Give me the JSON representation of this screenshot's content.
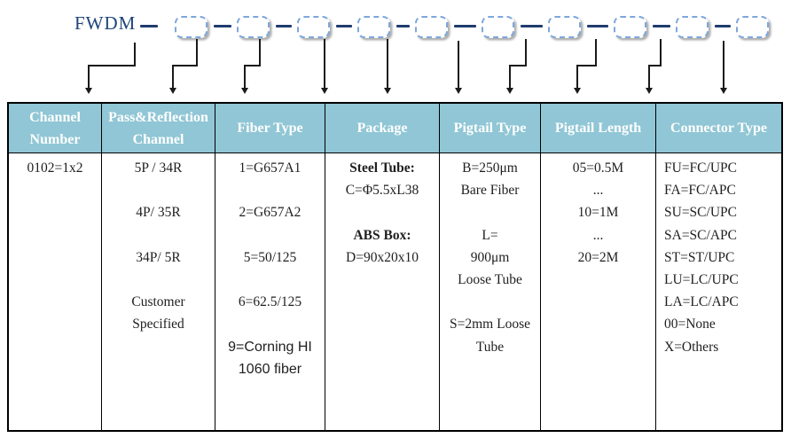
{
  "product": {
    "family": "FWDM"
  },
  "code": {
    "segment_count": 10
  },
  "colors": {
    "brand_navy": "#1F4478",
    "box_border_blue": "#7DA7DC",
    "header_bg": "#90C6D5",
    "header_text": "#FFFFFF"
  },
  "table": {
    "columns": [
      {
        "align": "center",
        "header": [
          "Channel",
          "Number"
        ],
        "lines": [
          {
            "t": "0102=1x2"
          }
        ]
      },
      {
        "align": "center",
        "header": [
          "Pass&Reflection",
          "Channel"
        ],
        "lines": [
          {
            "t": "5P / 34R"
          },
          {
            "t": ""
          },
          {
            "t": "4P/ 35R"
          },
          {
            "t": ""
          },
          {
            "t": "34P/ 5R"
          },
          {
            "t": ""
          },
          {
            "t": "Customer"
          },
          {
            "t": "Specified"
          }
        ]
      },
      {
        "align": "center",
        "header": [
          "Fiber Type"
        ],
        "lines": [
          {
            "t": "1=G657A1"
          },
          {
            "t": ""
          },
          {
            "t": "2=G657A2"
          },
          {
            "t": ""
          },
          {
            "t": "5=50/125"
          },
          {
            "t": ""
          },
          {
            "t": "6=62.5/125"
          },
          {
            "t": ""
          },
          {
            "t": "9=Corning HI",
            "s": 1
          },
          {
            "t": "1060 fiber",
            "s": 1
          }
        ]
      },
      {
        "align": "center",
        "header": [
          "Package"
        ],
        "lines": [
          {
            "t": "Steel Tube:",
            "b": 1
          },
          {
            "t": "C=Φ5.5xL38"
          },
          {
            "t": ""
          },
          {
            "t": "ABS Box:",
            "b": 1
          },
          {
            "t": "D=90x20x10"
          }
        ]
      },
      {
        "align": "center",
        "header": [
          "Pigtail Type"
        ],
        "lines": [
          {
            "t": "B=250μm"
          },
          {
            "t": "Bare Fiber"
          },
          {
            "t": ""
          },
          {
            "t": "L="
          },
          {
            "t": "900μm"
          },
          {
            "t": "Loose Tube"
          },
          {
            "t": ""
          },
          {
            "t": "S=2mm Loose"
          },
          {
            "t": "Tube"
          }
        ]
      },
      {
        "align": "center",
        "header": [
          "Pigtail Length"
        ],
        "lines": [
          {
            "t": "05=0.5M"
          },
          {
            "t": "..."
          },
          {
            "t": "10=1M"
          },
          {
            "t": "..."
          },
          {
            "t": "20=2M"
          }
        ]
      },
      {
        "align": "left",
        "header": [
          "Connector Type"
        ],
        "lines": [
          {
            "t": "FU=FC/UPC"
          },
          {
            "t": "FA=FC/APC"
          },
          {
            "t": "SU=SC/UPC"
          },
          {
            "t": "SA=SC/APC"
          },
          {
            "t": "ST=ST/UPC"
          },
          {
            "t": "LU=LC/UPC"
          },
          {
            "t": "LA=LC/APC"
          },
          {
            "t": "00=None"
          },
          {
            "t": "X=Others"
          }
        ]
      }
    ]
  }
}
